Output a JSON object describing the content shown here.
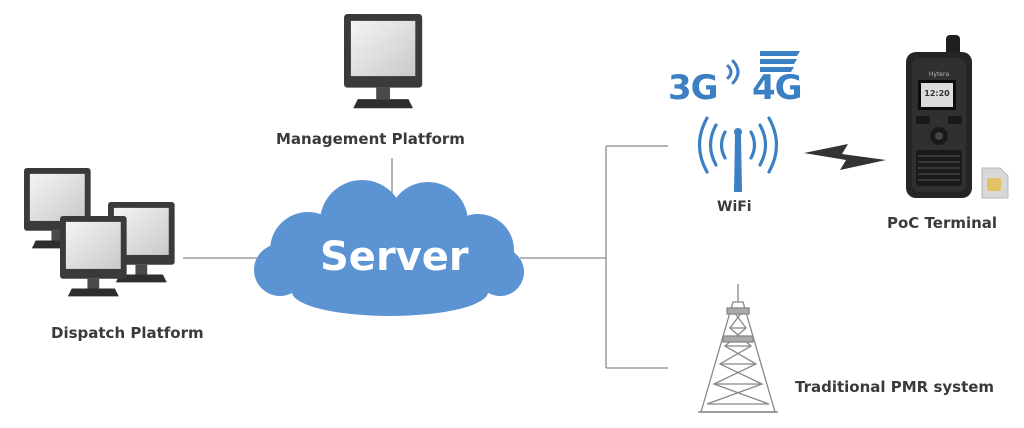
{
  "labels": {
    "management": "Management Platform",
    "dispatch": "Dispatch Platform",
    "server": "Server",
    "wifi": "WiFi",
    "poc": "PoC Terminal",
    "pmr": "Traditional PMR system"
  },
  "network": {
    "g3": "3G",
    "g4": "4G"
  },
  "terminal": {
    "brand": "Hytera",
    "time": "12:20"
  },
  "icons": {
    "management": "monitor-icon",
    "dispatch": "monitor-group-icon",
    "server": "cloud-icon",
    "wifi": "wifi-antenna-icon",
    "poc": "handheld-radio-icon",
    "sim": "sim-card-icon",
    "link": "lightning-link-icon",
    "pmr": "radio-tower-icon"
  },
  "colors": {
    "accent": "#3b7fc4",
    "cloud": "#5b93d3",
    "line": "#8a8a8a",
    "text": "#3a3a3a"
  }
}
